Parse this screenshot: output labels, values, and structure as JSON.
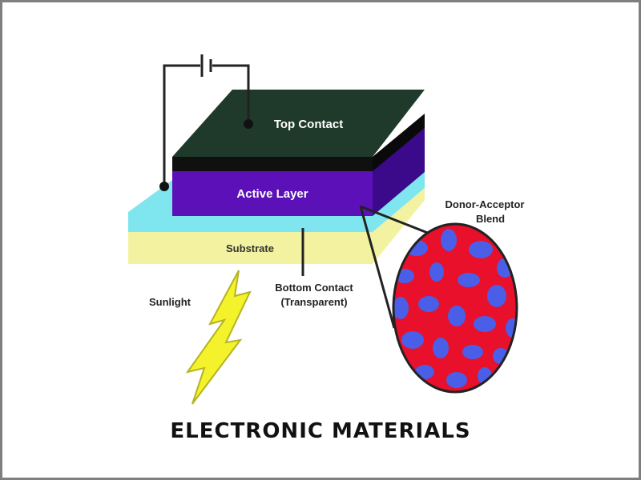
{
  "diagram": {
    "labels": {
      "top_contact": "Top Contact",
      "active_layer": "Active Layer",
      "substrate": "Substrate",
      "sunlight": "Sunlight",
      "bottom_contact_line1": "Bottom Contact",
      "bottom_contact_line2": "(Transparent)",
      "blend_line1": "Donor-Acceptor",
      "blend_line2": "Blend"
    },
    "colors": {
      "top_contact": "#1f3a2a",
      "active_layer": "#5b10b8",
      "bottom_contact": "#7fe6ef",
      "substrate": "#f2f2a0",
      "donor": "#e8102a",
      "acceptor": "#4a5ee8",
      "sunlight": "#f4f22a"
    }
  },
  "caption": "ELECTRONIC MATERIALS"
}
